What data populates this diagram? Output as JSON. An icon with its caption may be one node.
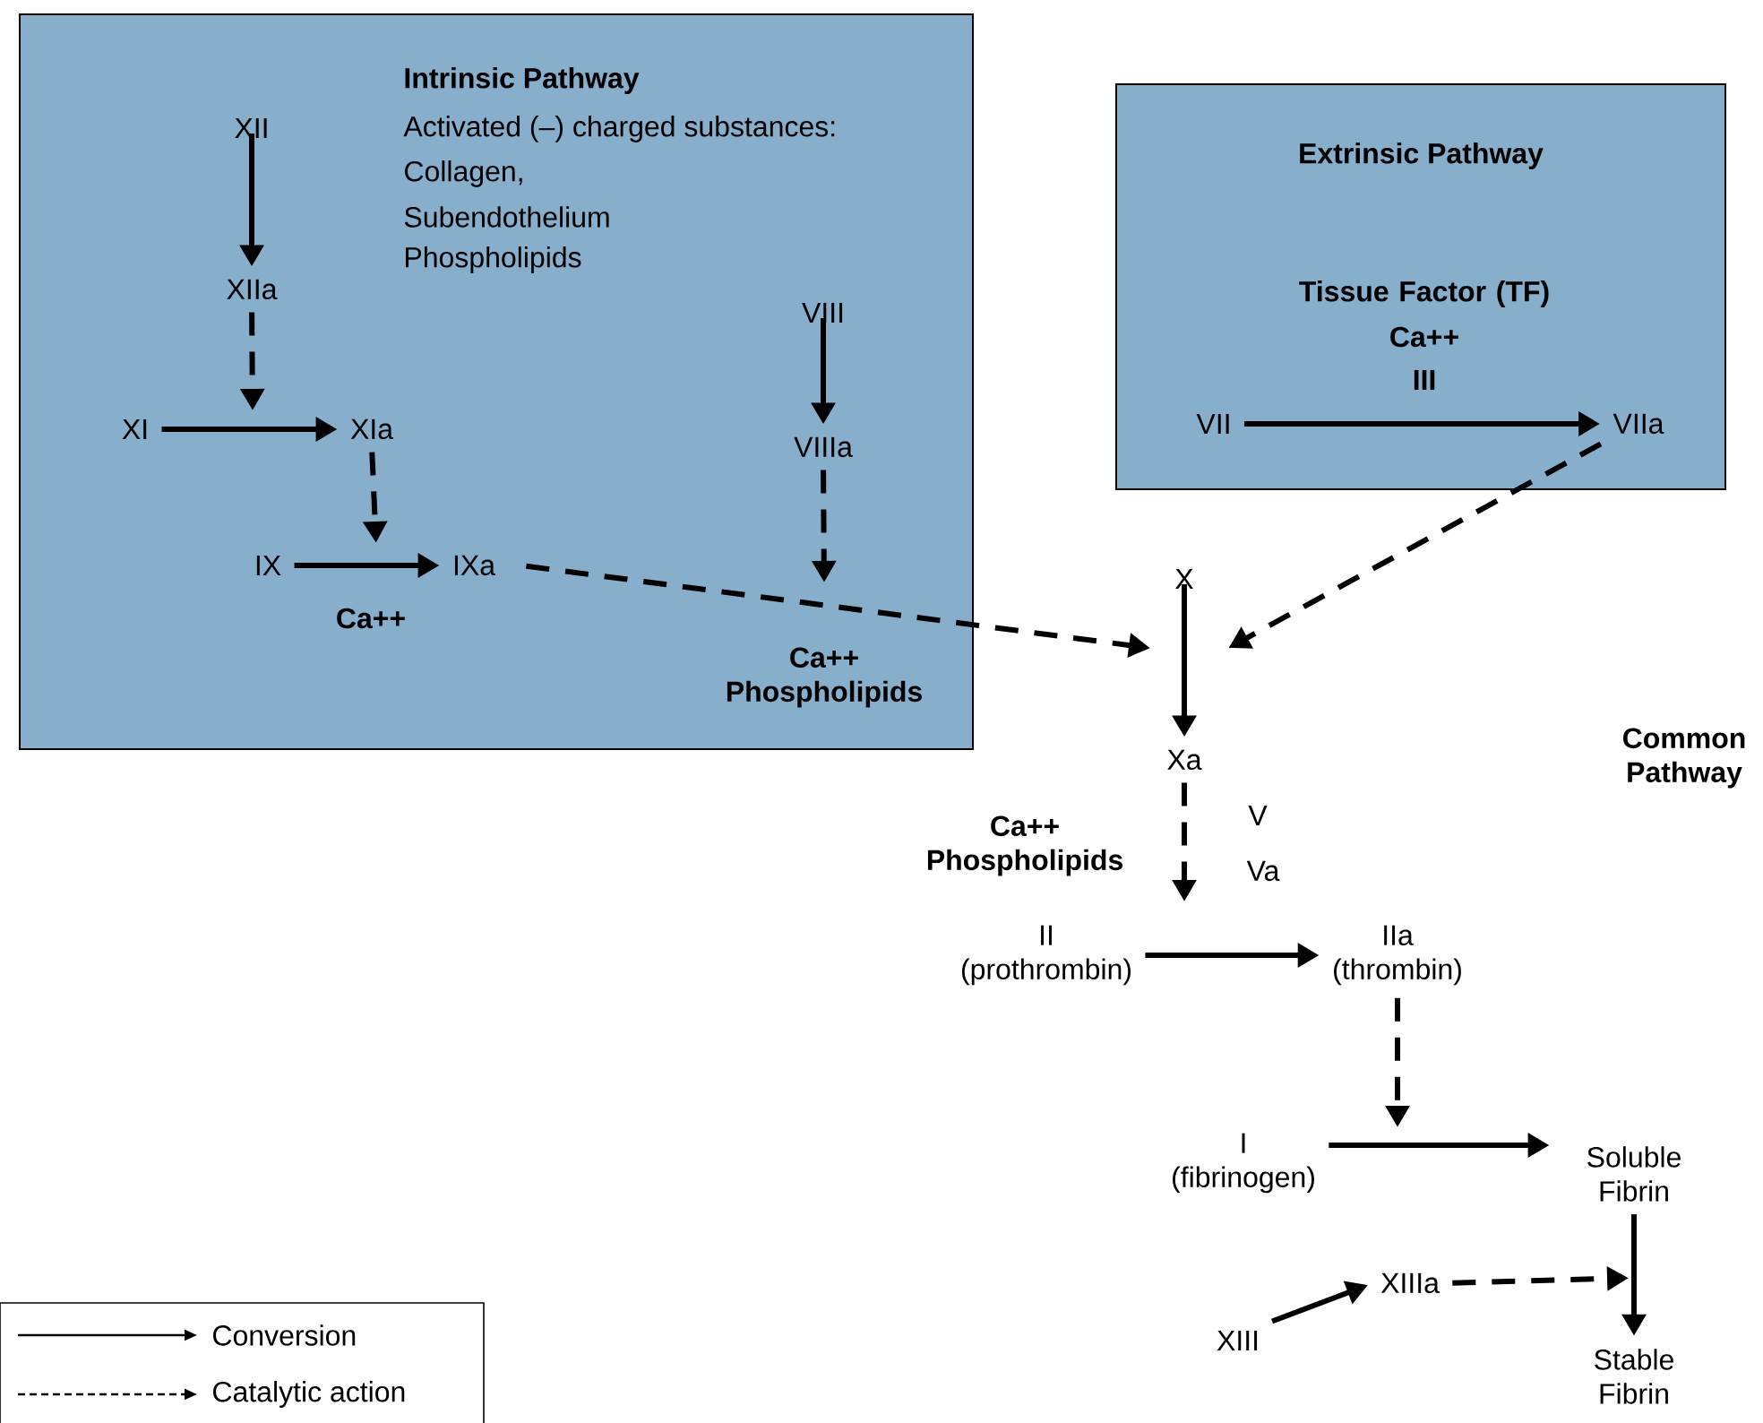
{
  "diagram": {
    "nodes": [
      {
        "text": [
          "Intrinsic Pathway",
          "Activated (–) charged substances:",
          "Collagen,",
          "Subendothelium",
          "Phospholipids"
        ]
      },
      {
        "text": [
          "XII"
        ],
        "in": 0
      },
      {
        "text": [
          "XIIa"
        ],
        "in": 0
      },
      {
        "text": [
          "XI"
        ],
        "in": 0
      },
      {
        "text": [
          "XIa"
        ],
        "in": 0
      },
      {
        "text": [
          "IX"
        ],
        "in": 0
      },
      {
        "text": [
          "IXa"
        ],
        "in": 0
      },
      {
        "text": [
          "VIII"
        ],
        "in": 0
      },
      {
        "text": [
          "VIIIa"
        ],
        "in": 0
      },
      {
        "text": [
          "Extrinsic Pathway"
        ]
      },
      {
        "text": [
          "VII"
        ],
        "in": 9
      },
      {
        "text": [
          "VIIa"
        ],
        "in": 9
      },
      {
        "text": [
          "X"
        ]
      },
      {
        "text": [
          "Xa"
        ]
      },
      {
        "text": [
          "II",
          "(prothrombin)"
        ]
      },
      {
        "text": [
          "IIa",
          "(thrombin)"
        ]
      },
      {
        "text": [
          "I",
          "(fibrinogen)"
        ]
      },
      {
        "text": [
          "Soluble Fibrin"
        ]
      },
      {
        "text": [
          "XIII"
        ]
      },
      {
        "text": [
          "XIIIa"
        ]
      },
      {
        "text": [
          "Stable Fibrin"
        ]
      }
    ],
    "edges": [
      {
        "from": 1,
        "to": 2,
        "arrow": "to"
      },
      {
        "from": 2,
        "to": null,
        "arrow": "to",
        "style": "dashed"
      },
      {
        "from": 3,
        "to": 4,
        "arrow": "to"
      },
      {
        "from": 4,
        "to": null,
        "arrow": "to",
        "style": "dashed"
      },
      {
        "from": 5,
        "to": 6,
        "arrow": "to"
      },
      {
        "from": 7,
        "to": 8,
        "arrow": "to"
      },
      {
        "from": 8,
        "to": null,
        "arrow": "to",
        "style": "dashed"
      },
      {
        "from": 6,
        "to": null,
        "arrow": "to",
        "style": "dashed"
      },
      {
        "from": 10,
        "to": 11,
        "arrow": "to"
      },
      {
        "from": 11,
        "to": null,
        "arrow": "to",
        "style": "dashed"
      },
      {
        "from": 12,
        "to": 13,
        "arrow": "to"
      },
      {
        "from": 13,
        "to": null,
        "arrow": "to",
        "style": "dashed"
      },
      {
        "from": 14,
        "to": 15,
        "arrow": "to"
      },
      {
        "from": 15,
        "to": null,
        "arrow": "to",
        "style": "dashed"
      },
      {
        "from": 16,
        "to": 17,
        "arrow": "to"
      },
      {
        "from": 18,
        "to": 19,
        "arrow": "to"
      },
      {
        "from": 19,
        "to": null,
        "arrow": "to",
        "style": "dashed"
      },
      {
        "from": 17,
        "to": 20,
        "arrow": "to"
      }
    ],
    "labels": [
      "Tissue Factor (TF)",
      "Ca++",
      "III",
      "Ca++",
      "Ca++ Phospholipids",
      "Common Pathway",
      "V",
      "Ca++ Phospholipids",
      "Va"
    ],
    "legend": [
      {
        "text": "Conversion"
      },
      {
        "text": "Catalytic action"
      }
    ]
  }
}
